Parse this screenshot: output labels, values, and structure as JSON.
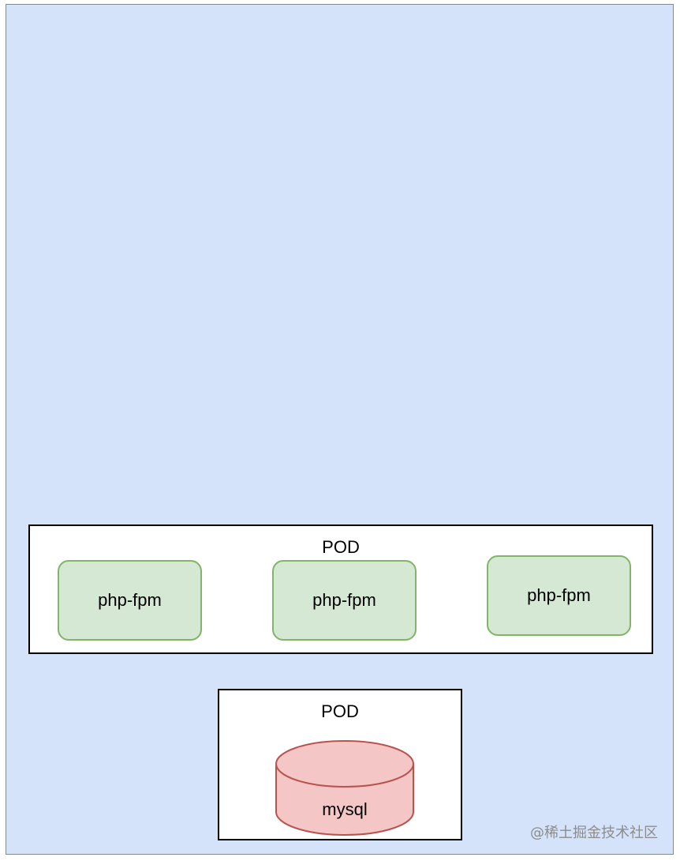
{
  "colors": {
    "cluster_fill": "#d4e3fa",
    "cluster_border": "#6c8ebf",
    "php_fill": "#d5e8d4",
    "php_border": "#82b366",
    "mysql_fill": "#f5c6c6",
    "mysql_border": "#b85450"
  },
  "pods": {
    "php_pod": {
      "label": "POD",
      "containers": [
        {
          "label": "php-fpm"
        },
        {
          "label": "php-fpm"
        },
        {
          "label": "php-fpm"
        }
      ]
    },
    "db_pod": {
      "label": "POD",
      "database": {
        "label": "mysql",
        "icon": "database-cylinder-icon"
      }
    }
  },
  "watermark": "@稀土掘金技术社区"
}
